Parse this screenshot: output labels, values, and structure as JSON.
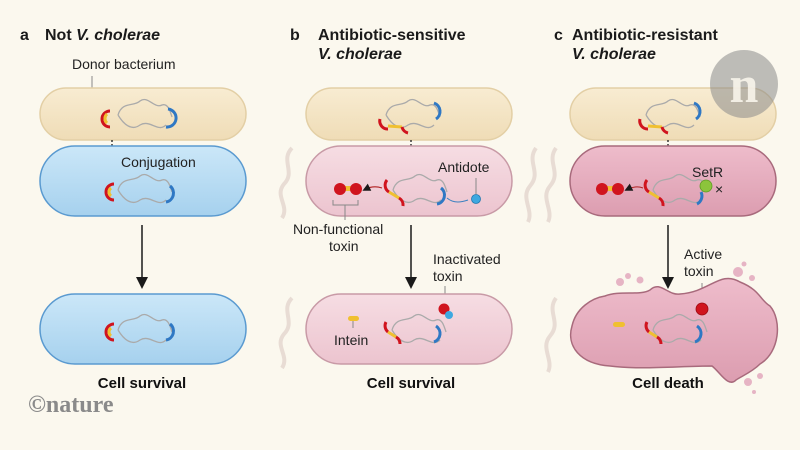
{
  "panels": [
    {
      "letter": "a",
      "title_line1": "Not",
      "title_italic": "V. cholerae",
      "title_line2": "",
      "outcome": "Cell survival",
      "labels": {
        "donor": "Donor bacterium",
        "conjugation": "Conjugation"
      }
    },
    {
      "letter": "b",
      "title_line1": "Antibiotic-sensitive",
      "title_line2": "V. cholerae",
      "outcome": "Cell survival",
      "labels": {
        "antidote": "Antidote",
        "nonfunctional_1": "Non-functional",
        "nonfunctional_2": "toxin",
        "inactivated_1": "Inactivated",
        "inactivated_2": "toxin",
        "intein": "Intein"
      }
    },
    {
      "letter": "c",
      "title_line1": "Antibiotic-resistant",
      "title_line2": "V. cholerae",
      "outcome": "Cell death",
      "labels": {
        "setr": "SetR",
        "active_1": "Active",
        "active_2": "toxin",
        "blocked": "×"
      }
    }
  ],
  "credit": "©nature",
  "logo": "n",
  "colors": {
    "background": "#fbf8ee",
    "donor": "#f3e4c4",
    "recipient_blue": "#b8dcf2",
    "recipient_pink": "#f0d0d8",
    "resistant_pink": "#e4a8ba",
    "toxin_red": "#d0141e",
    "gene_yellow": "#f0c030",
    "gene_blue": "#2f78c4",
    "antidote": "#3ea8e0",
    "setr": "#8cc43c"
  }
}
